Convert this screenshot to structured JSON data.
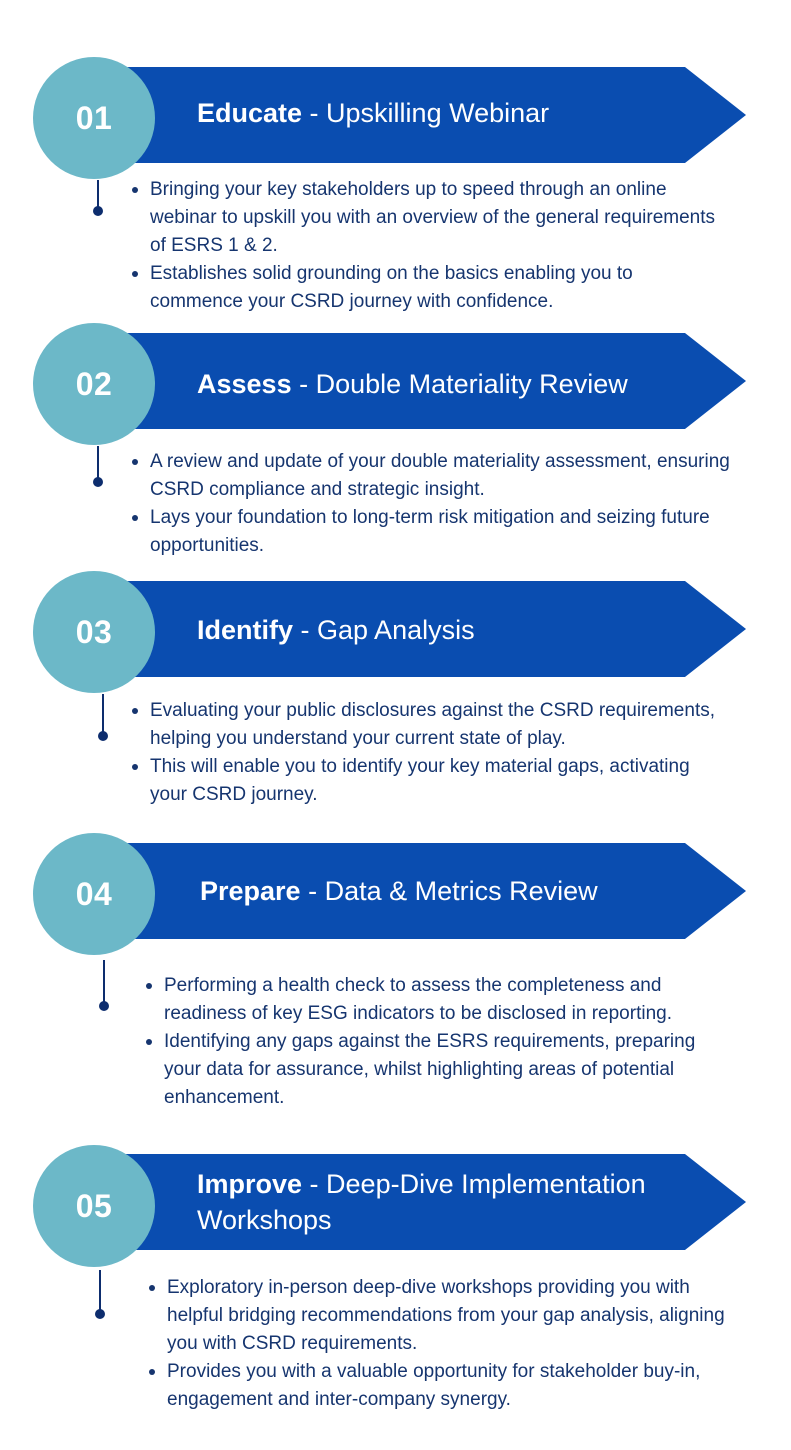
{
  "colors": {
    "banner": "#0a4db0",
    "circle": "#6cb8c8",
    "text": "#16356f",
    "line": "#0d2d6e"
  },
  "steps": [
    {
      "number": "01",
      "title_bold": "Educate",
      "title_rest": " - Upskilling Webinar",
      "bullets": [
        "Bringing your key stakeholders up to speed through an online webinar to upskill you with an overview of the general requirements of ESRS 1 & 2.",
        "Establishes solid grounding on the basics enabling you to commence your CSRD journey with confidence."
      ]
    },
    {
      "number": "02",
      "title_bold": "Assess",
      "title_rest": " - Double Materiality Review",
      "bullets": [
        "A review and update of your double materiality assessment, ensuring CSRD compliance and strategic insight.",
        "Lays your foundation to long-term risk mitigation and seizing future opportunities."
      ]
    },
    {
      "number": "03",
      "title_bold": "Identify",
      "title_rest": " - Gap Analysis",
      "bullets": [
        "Evaluating your public disclosures against the CSRD requirements, helping you understand your current state of play.",
        "This will enable you to identify your key material gaps, activating your CSRD journey."
      ]
    },
    {
      "number": "04",
      "title_bold": "Prepare",
      "title_rest": " - Data & Metrics Review",
      "bullets": [
        "Performing a health check to assess the completeness and readiness of key ESG indicators to be disclosed in reporting.",
        "Identifying any gaps against the ESRS requirements, preparing your data for assurance, whilst highlighting areas of potential enhancement."
      ]
    },
    {
      "number": "05",
      "title_bold": "Improve",
      "title_rest": " - Deep-Dive Implementation Workshops",
      "bullets": [
        "Exploratory in-person deep-dive workshops providing you with helpful bridging recommendations from your gap analysis, aligning you with CSRD requirements.",
        "Provides you with a valuable opportunity for stakeholder buy-in, engagement and inter-company synergy."
      ]
    }
  ]
}
